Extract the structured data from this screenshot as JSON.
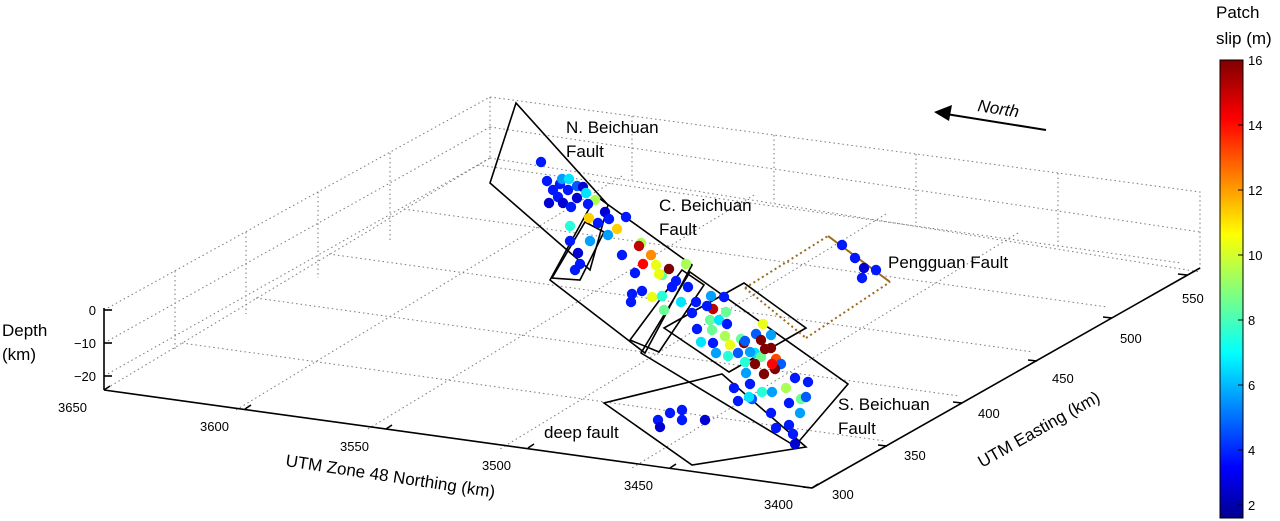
{
  "chart_data": {
    "type": "scatter",
    "xlabel": "UTM Zone 48 Northing (km)",
    "ylabel": "UTM Easting (km)",
    "zlabel": "Depth\n(km)",
    "northing_ticks": [
      "3650",
      "3600",
      "3550",
      "3500",
      "3450",
      "3400"
    ],
    "easting_ticks": [
      "300",
      "350",
      "400",
      "450",
      "500",
      "550"
    ],
    "depth_ticks": [
      "0",
      "−10",
      "−20"
    ],
    "colorbar": {
      "title_line1": "Patch",
      "title_line2": "slip (m)",
      "ticks": [
        "16",
        "14",
        "12",
        "10",
        "8",
        "6",
        "4",
        "2"
      ],
      "range": [
        1,
        16
      ]
    },
    "north_arrow_label": "North",
    "fault_labels": {
      "n_line1": "N. Beichuan",
      "n_line2": "Fault",
      "c_line1": "C. Beichuan",
      "c_line2": "Fault",
      "pengguan": "Pengguan Fault",
      "s_line1": "S. Beichuan",
      "s_line2": "Fault",
      "deep": "deep fault"
    },
    "patches": [
      {
        "fault": "N. Beichuan",
        "slip": 3
      },
      {
        "fault": "N. Beichuan",
        "slip": 3
      },
      {
        "fault": "N. Beichuan",
        "slip": 2
      },
      {
        "fault": "N. Beichuan",
        "slip": 3
      },
      {
        "fault": "N. Beichuan",
        "slip": 3
      },
      {
        "fault": "N. Beichuan",
        "slip": 3
      },
      {
        "fault": "N. Beichuan",
        "slip": 5
      },
      {
        "fault": "N. Beichuan",
        "slip": 6
      },
      {
        "fault": "N. Beichuan",
        "slip": 2
      },
      {
        "fault": "N. Beichuan",
        "slip": 3
      },
      {
        "fault": "N. Beichuan",
        "slip": 3
      },
      {
        "fault": "N. Beichuan",
        "slip": 4
      },
      {
        "fault": "N. Beichuan",
        "slip": 2
      },
      {
        "fault": "N. Beichuan",
        "slip": 2
      },
      {
        "fault": "N. Beichuan",
        "slip": 11
      },
      {
        "fault": "N. Beichuan",
        "slip": 6
      },
      {
        "fault": "N. Beichuan",
        "slip": 9
      },
      {
        "fault": "N. Beichuan",
        "slip": 3
      },
      {
        "fault": "N. Beichuan",
        "slip": 2
      },
      {
        "fault": "N. Beichuan",
        "slip": 3
      },
      {
        "fault": "N. Beichuan",
        "slip": 7
      },
      {
        "fault": "N. Beichuan",
        "slip": 3
      },
      {
        "fault": "N. Beichuan",
        "slip": 2
      },
      {
        "fault": "N. Beichuan",
        "slip": 3
      },
      {
        "fault": "C. Beichuan",
        "slip": 3
      },
      {
        "fault": "C. Beichuan",
        "slip": 5
      },
      {
        "fault": "C. Beichuan",
        "slip": 11
      },
      {
        "fault": "C. Beichuan",
        "slip": 3
      },
      {
        "fault": "C. Beichuan",
        "slip": 3
      },
      {
        "fault": "C. Beichuan",
        "slip": 5
      },
      {
        "fault": "C. Beichuan",
        "slip": 9
      },
      {
        "fault": "C. Beichuan",
        "slip": 3
      },
      {
        "fault": "C. Beichuan",
        "slip": 15
      },
      {
        "fault": "C. Beichuan",
        "slip": 12
      },
      {
        "fault": "C. Beichuan",
        "slip": 10
      },
      {
        "fault": "C. Beichuan",
        "slip": 8
      },
      {
        "fault": "C. Beichuan",
        "slip": 14
      },
      {
        "fault": "C. Beichuan",
        "slip": 10
      },
      {
        "fault": "C. Beichuan",
        "slip": 16
      },
      {
        "fault": "C. Beichuan",
        "slip": 9
      },
      {
        "fault": "C. Beichuan",
        "slip": 3
      },
      {
        "fault": "C. Beichuan",
        "slip": 3
      },
      {
        "fault": "C. Beichuan",
        "slip": 10
      },
      {
        "fault": "C. Beichuan",
        "slip": 7
      },
      {
        "fault": "C. Beichuan",
        "slip": 3
      },
      {
        "fault": "C. Beichuan",
        "slip": 3
      },
      {
        "fault": "C. Beichuan",
        "slip": 6
      },
      {
        "fault": "C. Beichuan",
        "slip": 8
      },
      {
        "fault": "C. Beichuan",
        "slip": 3
      },
      {
        "fault": "C. Beichuan",
        "slip": 3
      },
      {
        "fault": "C. Beichuan",
        "slip": 3
      },
      {
        "fault": "S. Beichuan",
        "slip": 3
      },
      {
        "fault": "S. Beichuan",
        "slip": 15
      },
      {
        "fault": "S. Beichuan",
        "slip": 3
      },
      {
        "fault": "S. Beichuan",
        "slip": 5
      },
      {
        "fault": "S. Beichuan",
        "slip": 8
      },
      {
        "fault": "S. Beichuan",
        "slip": 3
      },
      {
        "fault": "S. Beichuan",
        "slip": 8
      },
      {
        "fault": "S. Beichuan",
        "slip": 6
      },
      {
        "fault": "S. Beichuan",
        "slip": 3
      },
      {
        "fault": "S. Beichuan",
        "slip": 3
      },
      {
        "fault": "S. Beichuan",
        "slip": 8
      },
      {
        "fault": "S. Beichuan",
        "slip": 9
      },
      {
        "fault": "S. Beichuan",
        "slip": 3
      },
      {
        "fault": "S. Beichuan",
        "slip": 10
      },
      {
        "fault": "S. Beichuan",
        "slip": 6
      },
      {
        "fault": "S. Beichuan",
        "slip": 3
      },
      {
        "fault": "S. Beichuan",
        "slip": 5
      },
      {
        "fault": "S. Beichuan",
        "slip": 6
      },
      {
        "fault": "S. Beichuan",
        "slip": 7
      },
      {
        "fault": "S. Beichuan",
        "slip": 8
      },
      {
        "fault": "S. Beichuan",
        "slip": 4
      },
      {
        "fault": "S. Beichuan",
        "slip": 8
      },
      {
        "fault": "S. Beichuan",
        "slip": 10
      },
      {
        "fault": "S. Beichuan",
        "slip": 5
      },
      {
        "fault": "S. Beichuan",
        "slip": 16
      },
      {
        "fault": "S. Beichuan",
        "slip": 13
      },
      {
        "fault": "S. Beichuan",
        "slip": 4
      },
      {
        "fault": "S. Beichuan",
        "slip": 7
      },
      {
        "fault": "S. Beichuan",
        "slip": 5
      },
      {
        "fault": "S. Beichuan",
        "slip": 16
      },
      {
        "fault": "S. Beichuan",
        "slip": 16
      },
      {
        "fault": "S. Beichuan",
        "slip": 16
      },
      {
        "fault": "S. Beichuan",
        "slip": 5
      },
      {
        "fault": "S. Beichuan",
        "slip": 16
      },
      {
        "fault": "S. Beichuan",
        "slip": 16
      },
      {
        "fault": "S. Beichuan",
        "slip": 4
      },
      {
        "fault": "S. Beichuan",
        "slip": 3
      },
      {
        "fault": "S. Beichuan",
        "slip": 16
      },
      {
        "fault": "S. Beichuan",
        "slip": 14
      },
      {
        "fault": "S. Beichuan",
        "slip": 4
      },
      {
        "fault": "S. Beichuan",
        "slip": 7
      },
      {
        "fault": "S. Beichuan",
        "slip": 9
      },
      {
        "fault": "S. Beichuan",
        "slip": 8
      },
      {
        "fault": "S. Beichuan",
        "slip": 5
      },
      {
        "fault": "S. Beichuan",
        "slip": 3
      },
      {
        "fault": "S. Beichuan",
        "slip": 3
      },
      {
        "fault": "S. Beichuan",
        "slip": 3
      },
      {
        "fault": "S. Beichuan",
        "slip": 4
      },
      {
        "fault": "S. Beichuan",
        "slip": 3
      },
      {
        "fault": "S. Beichuan",
        "slip": 6
      },
      {
        "fault": "S. Beichuan",
        "slip": 3
      },
      {
        "fault": "S. Beichuan",
        "slip": 3
      },
      {
        "fault": "S. Beichuan",
        "slip": 5
      },
      {
        "fault": "S. Beichuan",
        "slip": 3
      },
      {
        "fault": "S. Beichuan",
        "slip": 3
      },
      {
        "fault": "S. Beichuan",
        "slip": 3
      },
      {
        "fault": "S. Beichuan",
        "slip": 2
      },
      {
        "fault": "Pengguan",
        "slip": 4
      },
      {
        "fault": "Pengguan",
        "slip": 3
      },
      {
        "fault": "Pengguan",
        "slip": 3
      },
      {
        "fault": "Pengguan",
        "slip": 3
      },
      {
        "fault": "Pengguan",
        "slip": 2
      },
      {
        "fault": "deep",
        "slip": 3
      },
      {
        "fault": "deep",
        "slip": 3
      },
      {
        "fault": "deep",
        "slip": 3
      },
      {
        "fault": "deep",
        "slip": 3
      },
      {
        "fault": "deep",
        "slip": 3
      },
      {
        "fault": "deep",
        "slip": 2
      },
      {
        "fault": "deep",
        "slip": 2
      }
    ]
  }
}
